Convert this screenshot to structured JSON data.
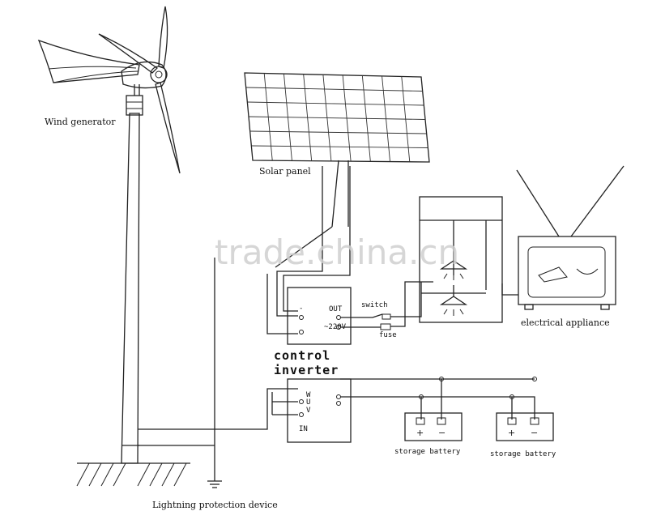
{
  "labels": {
    "wind_generator": "Wind generator",
    "solar_panel": "Solar panel",
    "control_line1": "control",
    "control_line2": "inverter",
    "out": "OUT",
    "ac_voltage": "~220V",
    "switch": "switch",
    "fuse": "fuse",
    "electrical_appliance": "electrical appliance",
    "storage_battery_1": "storage battery",
    "storage_battery_2": "storage battery",
    "lightning": "Lightning protection device",
    "in": "IN",
    "u": "U",
    "v": "V",
    "w": "W",
    "plus": "+",
    "minus": "−"
  },
  "watermark": "trade.china.cn",
  "colors": {
    "ink": "#222222",
    "watermark": "#cfcfcf",
    "background": "#ffffff"
  }
}
